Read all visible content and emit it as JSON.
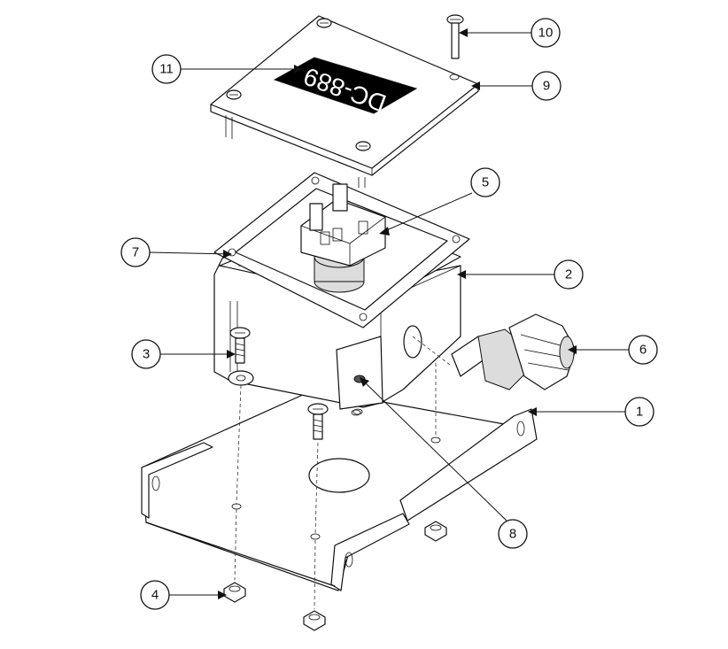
{
  "nameplate_text": "DC-889",
  "callouts": [
    {
      "id": "1",
      "part": "bracket"
    },
    {
      "id": "2",
      "part": "enclosure-box"
    },
    {
      "id": "3",
      "part": "box-mount-screw"
    },
    {
      "id": "4",
      "part": "nut"
    },
    {
      "id": "5",
      "part": "connector-block"
    },
    {
      "id": "6",
      "part": "cable-gland"
    },
    {
      "id": "7",
      "part": "gasket"
    },
    {
      "id": "8",
      "part": "set-screw"
    },
    {
      "id": "9",
      "part": "cover-plate"
    },
    {
      "id": "10",
      "part": "cover-screw"
    },
    {
      "id": "11",
      "part": "nameplate"
    }
  ]
}
